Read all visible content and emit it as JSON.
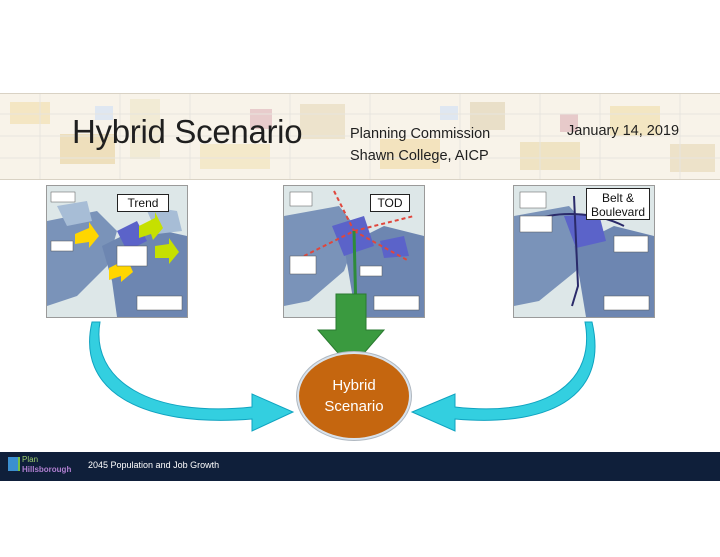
{
  "slide": {
    "title": "Hybrid Scenario",
    "presenter_line1": "Planning Commission",
    "presenter_line2": "Shawn College, AICP",
    "date": "January 14, 2019"
  },
  "scenarios": [
    {
      "label": "Trend"
    },
    {
      "label": "TOD"
    },
    {
      "label_line1": "Belt &",
      "label_line2": "Boulevard"
    }
  ],
  "result": {
    "line1": "Hybrid",
    "line2": "Scenario"
  },
  "footer": {
    "logo_line1": "Plan",
    "logo_line2": "Hillsborough",
    "caption": "2045 Population and Job Growth"
  },
  "colors": {
    "arrow_cyan": "#33cfe0",
    "arrow_green": "#3a9a3f",
    "hybrid_orange": "#c5660f",
    "footer_navy": "#0f1f3a"
  }
}
